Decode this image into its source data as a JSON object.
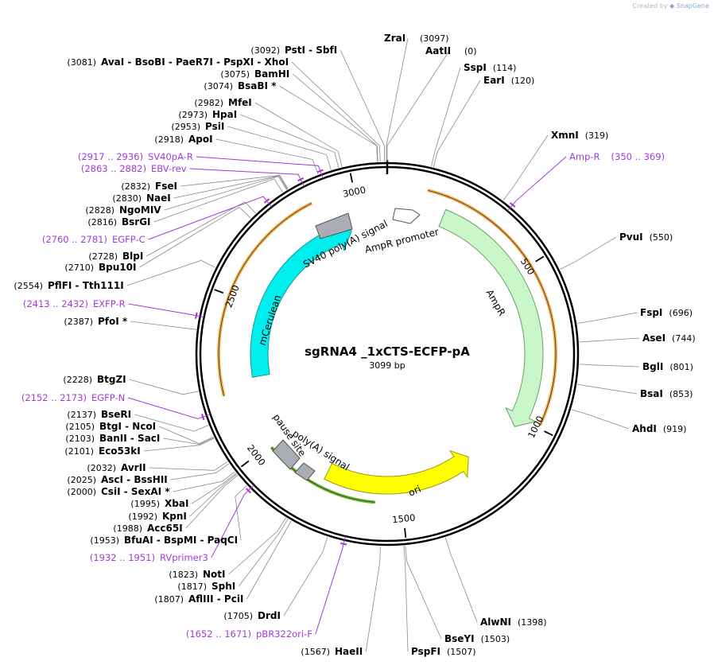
{
  "watermark": {
    "prefix": "Created by",
    "brand": "SnapGene"
  },
  "plasmid": {
    "name": "sgRNA4 _1xCTS-ECFP-pA",
    "length_label": "3099 bp",
    "length": 3099
  },
  "colors": {
    "primer": "#a13adb",
    "mCerulean": "#00eeee",
    "AmpR": "#c9f7c9",
    "ori": "#ffff00",
    "polyA": "#a9acb3",
    "promoter": "#ffffff",
    "primer_arrow_orange": "#f5b04c",
    "primer_arrow_green": "#6fb32a"
  },
  "ticks": [
    {
      "label": "500",
      "pos": 500
    },
    {
      "label": "1000",
      "pos": 1000
    },
    {
      "label": "1500",
      "pos": 1500
    },
    {
      "label": "2000",
      "pos": 2000
    },
    {
      "label": "2500",
      "pos": 2500
    },
    {
      "label": "3000",
      "pos": 3000
    }
  ],
  "features": [
    {
      "name": "AmpR promoter",
      "label": "AmpR promoter"
    },
    {
      "name": "AmpR",
      "label": "AmpR"
    },
    {
      "name": "ori",
      "label": "ori"
    },
    {
      "name": "poly(A) signal",
      "label": "poly(A) signal"
    },
    {
      "name": "pause site",
      "label": "pause site"
    },
    {
      "name": "mCerulean",
      "label": "mCerulean"
    },
    {
      "name": "SV40 poly(A) signal",
      "label": "SV40 poly(A) signal"
    }
  ],
  "sites": [
    {
      "label": "ZraI",
      "pos": "(3097)"
    },
    {
      "label": "AatII",
      "pos": "(0)"
    },
    {
      "label": "SspI",
      "pos": "(114)"
    },
    {
      "label": "EarI",
      "pos": "(120)"
    },
    {
      "label": "XmnI",
      "pos": "(319)"
    },
    {
      "label": "PvuI",
      "pos": "(550)"
    },
    {
      "label": "FspI",
      "pos": "(696)"
    },
    {
      "label": "AseI",
      "pos": "(744)"
    },
    {
      "label": "BglI",
      "pos": "(801)"
    },
    {
      "label": "BsaI",
      "pos": "(853)"
    },
    {
      "label": "AhdI",
      "pos": "(919)"
    },
    {
      "label": "AlwNI",
      "pos": "(1398)"
    },
    {
      "label": "BseYI",
      "pos": "(1503)"
    },
    {
      "label": "PspFI",
      "pos": "(1507)"
    },
    {
      "label": "HaeII",
      "pos": "(1567)"
    },
    {
      "label": "DrdI",
      "pos": "(1705)"
    },
    {
      "label": "AflIII  - PciI",
      "pos": "(1807)"
    },
    {
      "label": "SphI",
      "pos": "(1817)"
    },
    {
      "label": "NotI",
      "pos": "(1823)"
    },
    {
      "label": "BfuAI  - BspMI  - PaqCI",
      "pos": "(1953)"
    },
    {
      "label": "Acc65I",
      "pos": "(1988)"
    },
    {
      "label": "KpnI",
      "pos": "(1992)"
    },
    {
      "label": "XbaI",
      "pos": "(1995)"
    },
    {
      "label": "CsiI  - SexAI *",
      "pos": "(2000)"
    },
    {
      "label": "AscI  - BssHII",
      "pos": "(2025)"
    },
    {
      "label": "AvrII",
      "pos": "(2032)"
    },
    {
      "label": "Eco53kI",
      "pos": "(2101)"
    },
    {
      "label": "BanII  - SacI",
      "pos": "(2103)"
    },
    {
      "label": "BtgI  - NcoI",
      "pos": "(2105)"
    },
    {
      "label": "BseRI",
      "pos": "(2137)"
    },
    {
      "label": "BtgZI",
      "pos": "(2228)"
    },
    {
      "label": "PfoI *",
      "pos": "(2387)"
    },
    {
      "label": "PflFI  - Tth111I",
      "pos": "(2554)"
    },
    {
      "label": "Bpu10I",
      "pos": "(2710)"
    },
    {
      "label": "BlpI",
      "pos": "(2728)"
    },
    {
      "label": "BsrGI",
      "pos": "(2816)"
    },
    {
      "label": "NgoMIV",
      "pos": "(2828)"
    },
    {
      "label": "NaeI",
      "pos": "(2830)"
    },
    {
      "label": "FseI",
      "pos": "(2832)"
    },
    {
      "label": "ApoI",
      "pos": "(2918)"
    },
    {
      "label": "PsiI",
      "pos": "(2953)"
    },
    {
      "label": "HpaI",
      "pos": "(2973)"
    },
    {
      "label": "MfeI",
      "pos": "(2982)"
    },
    {
      "label": "BsaBI *",
      "pos": "(3074)"
    },
    {
      "label": "BamHI",
      "pos": "(3075)"
    },
    {
      "label": "AvaI  - BsoBI  - PaeR7I  - PspXI  - XhoI",
      "pos": "(3081)"
    },
    {
      "label": "PstI  - SbfI",
      "pos": "(3092)"
    }
  ],
  "primers": [
    {
      "label": "Amp-R",
      "range": "(350 .. 369)"
    },
    {
      "label": "SV40pA-R",
      "range": "(2917 .. 2936)"
    },
    {
      "label": "EBV-rev",
      "range": "(2863 .. 2882)"
    },
    {
      "label": "EGFP-C",
      "range": "(2760 .. 2781)"
    },
    {
      "label": "EXFP-R",
      "range": "(2413 .. 2432)"
    },
    {
      "label": "EGFP-N",
      "range": "(2152 .. 2173)"
    },
    {
      "label": "RVprimer3",
      "range": "(1932 .. 1951)"
    },
    {
      "label": "pBR322ori-F",
      "range": "(1652 .. 1671)"
    }
  ]
}
